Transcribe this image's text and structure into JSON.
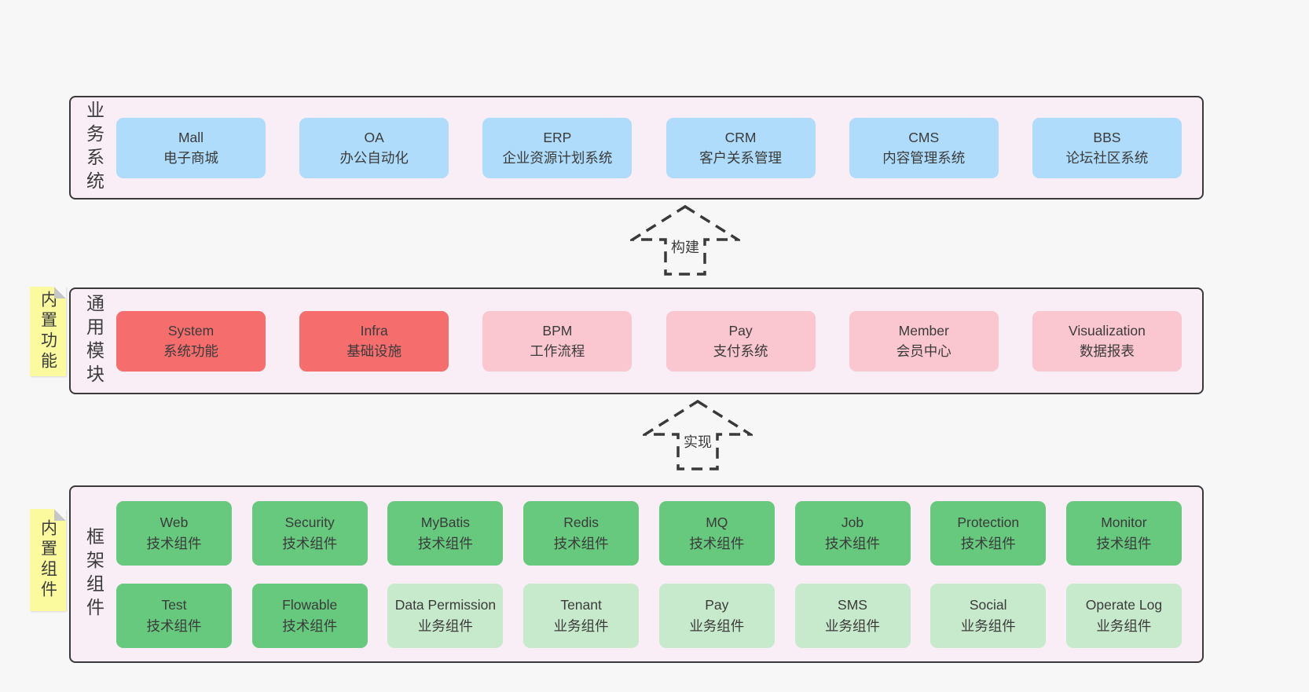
{
  "colors": {
    "page_bg": "#f7f7f7",
    "band_bg": "#f9edf6",
    "band_border": "#3a3a3a",
    "blue": "#aedcfa",
    "red": "#f56d6d",
    "pink": "#fac6cf",
    "green_dark": "#66c97d",
    "green_light": "#c8eacc",
    "note_bg": "#fbfa9f",
    "note_fold": "#c6c6c6",
    "text": "#3b3b3b"
  },
  "bands": [
    {
      "label": "业务系统",
      "boxes": [
        {
          "title": "Mall",
          "subtitle": "电子商城"
        },
        {
          "title": "OA",
          "subtitle": "办公自动化"
        },
        {
          "title": "ERP",
          "subtitle": "企业资源计划系统"
        },
        {
          "title": "CRM",
          "subtitle": "客户关系管理"
        },
        {
          "title": "CMS",
          "subtitle": "内容管理系统"
        },
        {
          "title": "BBS",
          "subtitle": "论坛社区系统"
        }
      ]
    },
    {
      "label": "通用模块",
      "note": "内置功能",
      "boxes": [
        {
          "title": "System",
          "subtitle": "系统功能"
        },
        {
          "title": "Infra",
          "subtitle": "基础设施"
        },
        {
          "title": "BPM",
          "subtitle": "工作流程"
        },
        {
          "title": "Pay",
          "subtitle": "支付系统"
        },
        {
          "title": "Member",
          "subtitle": "会员中心"
        },
        {
          "title": "Visualization",
          "subtitle": "数据报表"
        }
      ]
    },
    {
      "label": "框架组件",
      "note": "内置组件",
      "rows": [
        [
          {
            "title": "Web",
            "subtitle": "技术组件"
          },
          {
            "title": "Security",
            "subtitle": "技术组件"
          },
          {
            "title": "MyBatis",
            "subtitle": "技术组件"
          },
          {
            "title": "Redis",
            "subtitle": "技术组件"
          },
          {
            "title": "MQ",
            "subtitle": "技术组件"
          },
          {
            "title": "Job",
            "subtitle": "技术组件"
          },
          {
            "title": "Protection",
            "subtitle": "技术组件"
          },
          {
            "title": "Monitor",
            "subtitle": "技术组件"
          }
        ],
        [
          {
            "title": "Test",
            "subtitle": "技术组件"
          },
          {
            "title": "Flowable",
            "subtitle": "技术组件"
          },
          {
            "title": "Data Permission",
            "subtitle": "业务组件"
          },
          {
            "title": "Tenant",
            "subtitle": "业务组件"
          },
          {
            "title": "Pay",
            "subtitle": "业务组件"
          },
          {
            "title": "SMS",
            "subtitle": "业务组件"
          },
          {
            "title": "Social",
            "subtitle": "业务组件"
          },
          {
            "title": "Operate Log",
            "subtitle": "业务组件"
          }
        ]
      ]
    }
  ],
  "arrows": [
    {
      "label": "构建"
    },
    {
      "label": "实现"
    }
  ]
}
